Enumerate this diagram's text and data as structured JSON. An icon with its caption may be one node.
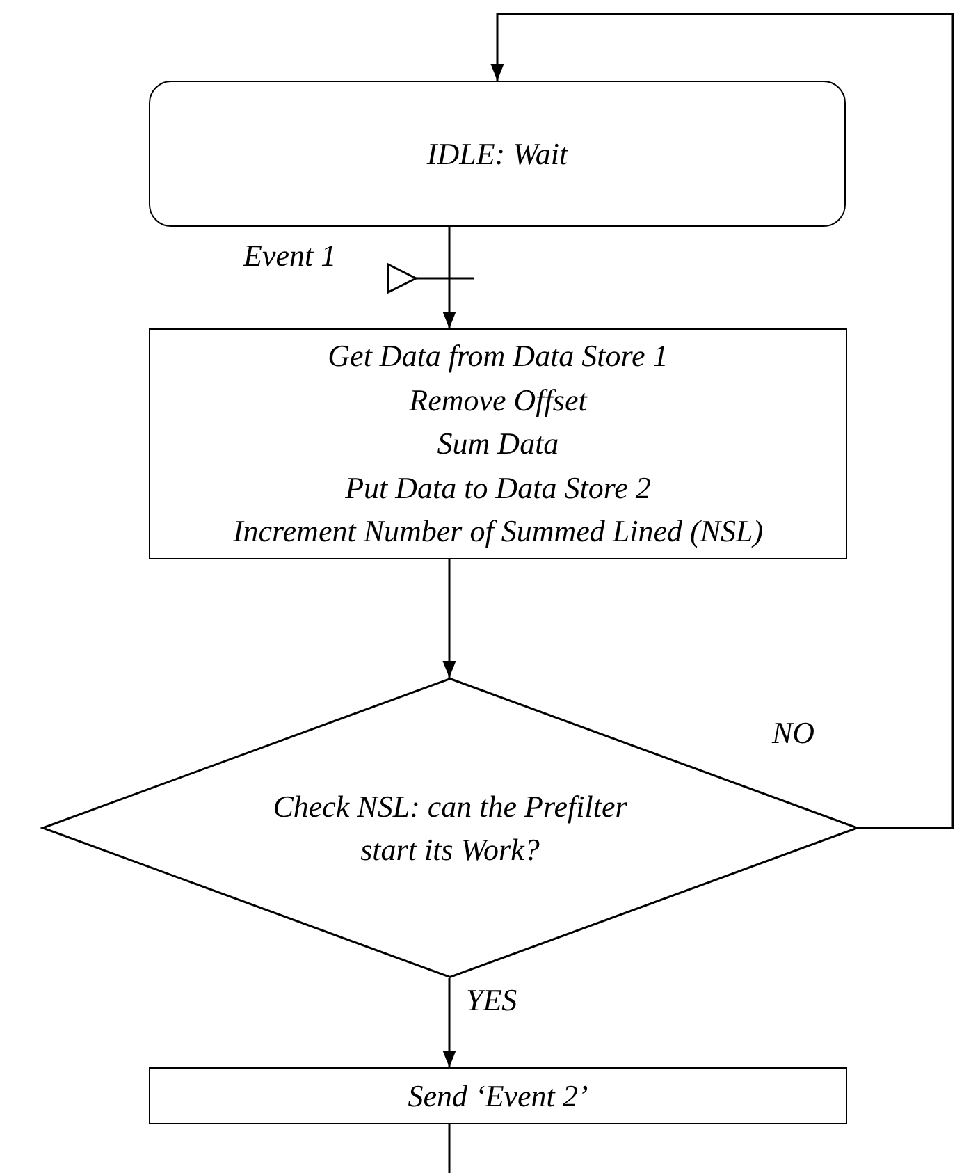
{
  "diagram": {
    "nodes": [
      {
        "text": [
          "IDLE: Wait"
        ]
      },
      {
        "text": [
          "Get Data from Data Store 1",
          "Remove Offset",
          "Sum Data",
          "Put Data to Data Store 2",
          "Increment Number of Summed Lined (NSL)"
        ]
      },
      {
        "text": [
          "Check NSL: can the Prefilter start its Work?"
        ]
      },
      {
        "text": [
          "Send ‘Event 2’"
        ]
      }
    ],
    "edges": [
      {
        "from": 0,
        "to": 1,
        "arrow": "to",
        "label": "Event 1"
      },
      {
        "from": 1,
        "to": 2,
        "arrow": "to"
      },
      {
        "from": 2,
        "to": 3,
        "arrow": "to",
        "label": "YES"
      },
      {
        "from": 2,
        "to": 0,
        "arrow": "to",
        "label": "NO"
      },
      {
        "from": 3,
        "to": null,
        "arrow": "none"
      }
    ]
  }
}
